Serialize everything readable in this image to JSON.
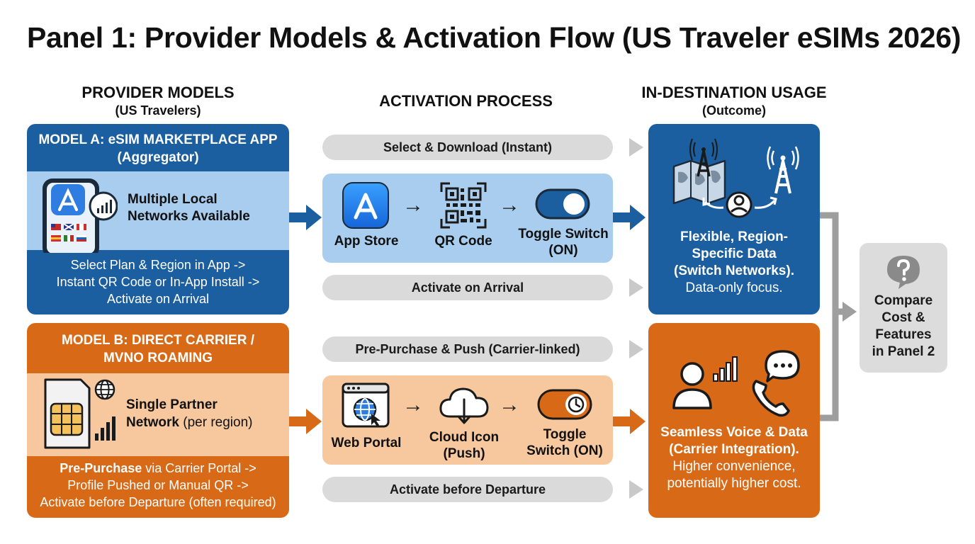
{
  "title": "Panel 1: Provider Models & Activation Flow (US Traveler eSIMs 2026)",
  "columns": {
    "providers": {
      "title": "PROVIDER MODELS",
      "subtitle": "(US Travelers)"
    },
    "activation": {
      "title": "ACTIVATION PROCESS"
    },
    "usage": {
      "title": "IN-DESTINATION USAGE",
      "subtitle": "(Outcome)"
    }
  },
  "model_a": {
    "header_line1": "MODEL A: eSIM MARKETPLACE APP",
    "header_line2": "(Aggregator)",
    "feature_line1": "Multiple Local",
    "feature_line2": "Networks Available",
    "steps": [
      "Select Plan & Region in App ->",
      "Instant QR Code or In-App Install ->",
      "Activate on Arrival"
    ],
    "colors": {
      "dark": "#1b5fa0",
      "light": "#a9cdef"
    }
  },
  "model_b": {
    "header_line1": "MODEL B: DIRECT CARRIER /",
    "header_line2": "MVNO ROAMING",
    "feature_line1": "Single Partner",
    "feature_bold2": "Network",
    "feature_normal2": " (per region)",
    "step1_bold": "Pre-Purchase",
    "step1_rest": " via Carrier Portal ->",
    "step2": "Profile Pushed or Manual QR ->",
    "step3": "Activate before Departure (often required)",
    "colors": {
      "dark": "#d86a17",
      "light": "#f7c89e"
    }
  },
  "activation_a": {
    "top_pill": "Select & Download (Instant)",
    "steps": [
      {
        "label": "App Store",
        "icon": "app-store-icon"
      },
      {
        "label": "QR Code",
        "icon": "qr-code-icon"
      },
      {
        "label_line1": "Toggle Switch",
        "label_line2": "(ON)",
        "icon": "toggle-switch-icon"
      }
    ],
    "bottom_pill": "Activate on Arrival"
  },
  "activation_b": {
    "top_pill": "Pre-Purchase & Push (Carrier-linked)",
    "steps": [
      {
        "label": "Web Portal",
        "icon": "web-portal-icon"
      },
      {
        "label_line1": "Cloud Icon",
        "label_line2": "(Push)",
        "icon": "cloud-icon"
      },
      {
        "label_line1": "Toggle",
        "label_line2": "Switch (ON)",
        "icon": "toggle-clock-icon"
      }
    ],
    "bottom_pill": "Activate before Departure"
  },
  "outcome_a": {
    "bold_lines": [
      "Flexible, Region-",
      "Specific Data",
      "(Switch Networks)."
    ],
    "normal_line": "Data-only focus."
  },
  "outcome_b": {
    "bold_lines": [
      "Seamless Voice & Data",
      "(Carrier Integration)."
    ],
    "normal_lines": [
      "Higher convenience,",
      "potentially higher cost."
    ]
  },
  "compare": {
    "lines": [
      "Compare",
      "Cost &",
      "Features",
      "in Panel 2"
    ]
  },
  "palette": {
    "blue_dark": "#1b5fa0",
    "blue_light": "#a9cdef",
    "orange_dark": "#d86a17",
    "orange_light": "#f7c89e",
    "gray_pill": "#dadada",
    "connector_gray": "#9e9e9e"
  }
}
